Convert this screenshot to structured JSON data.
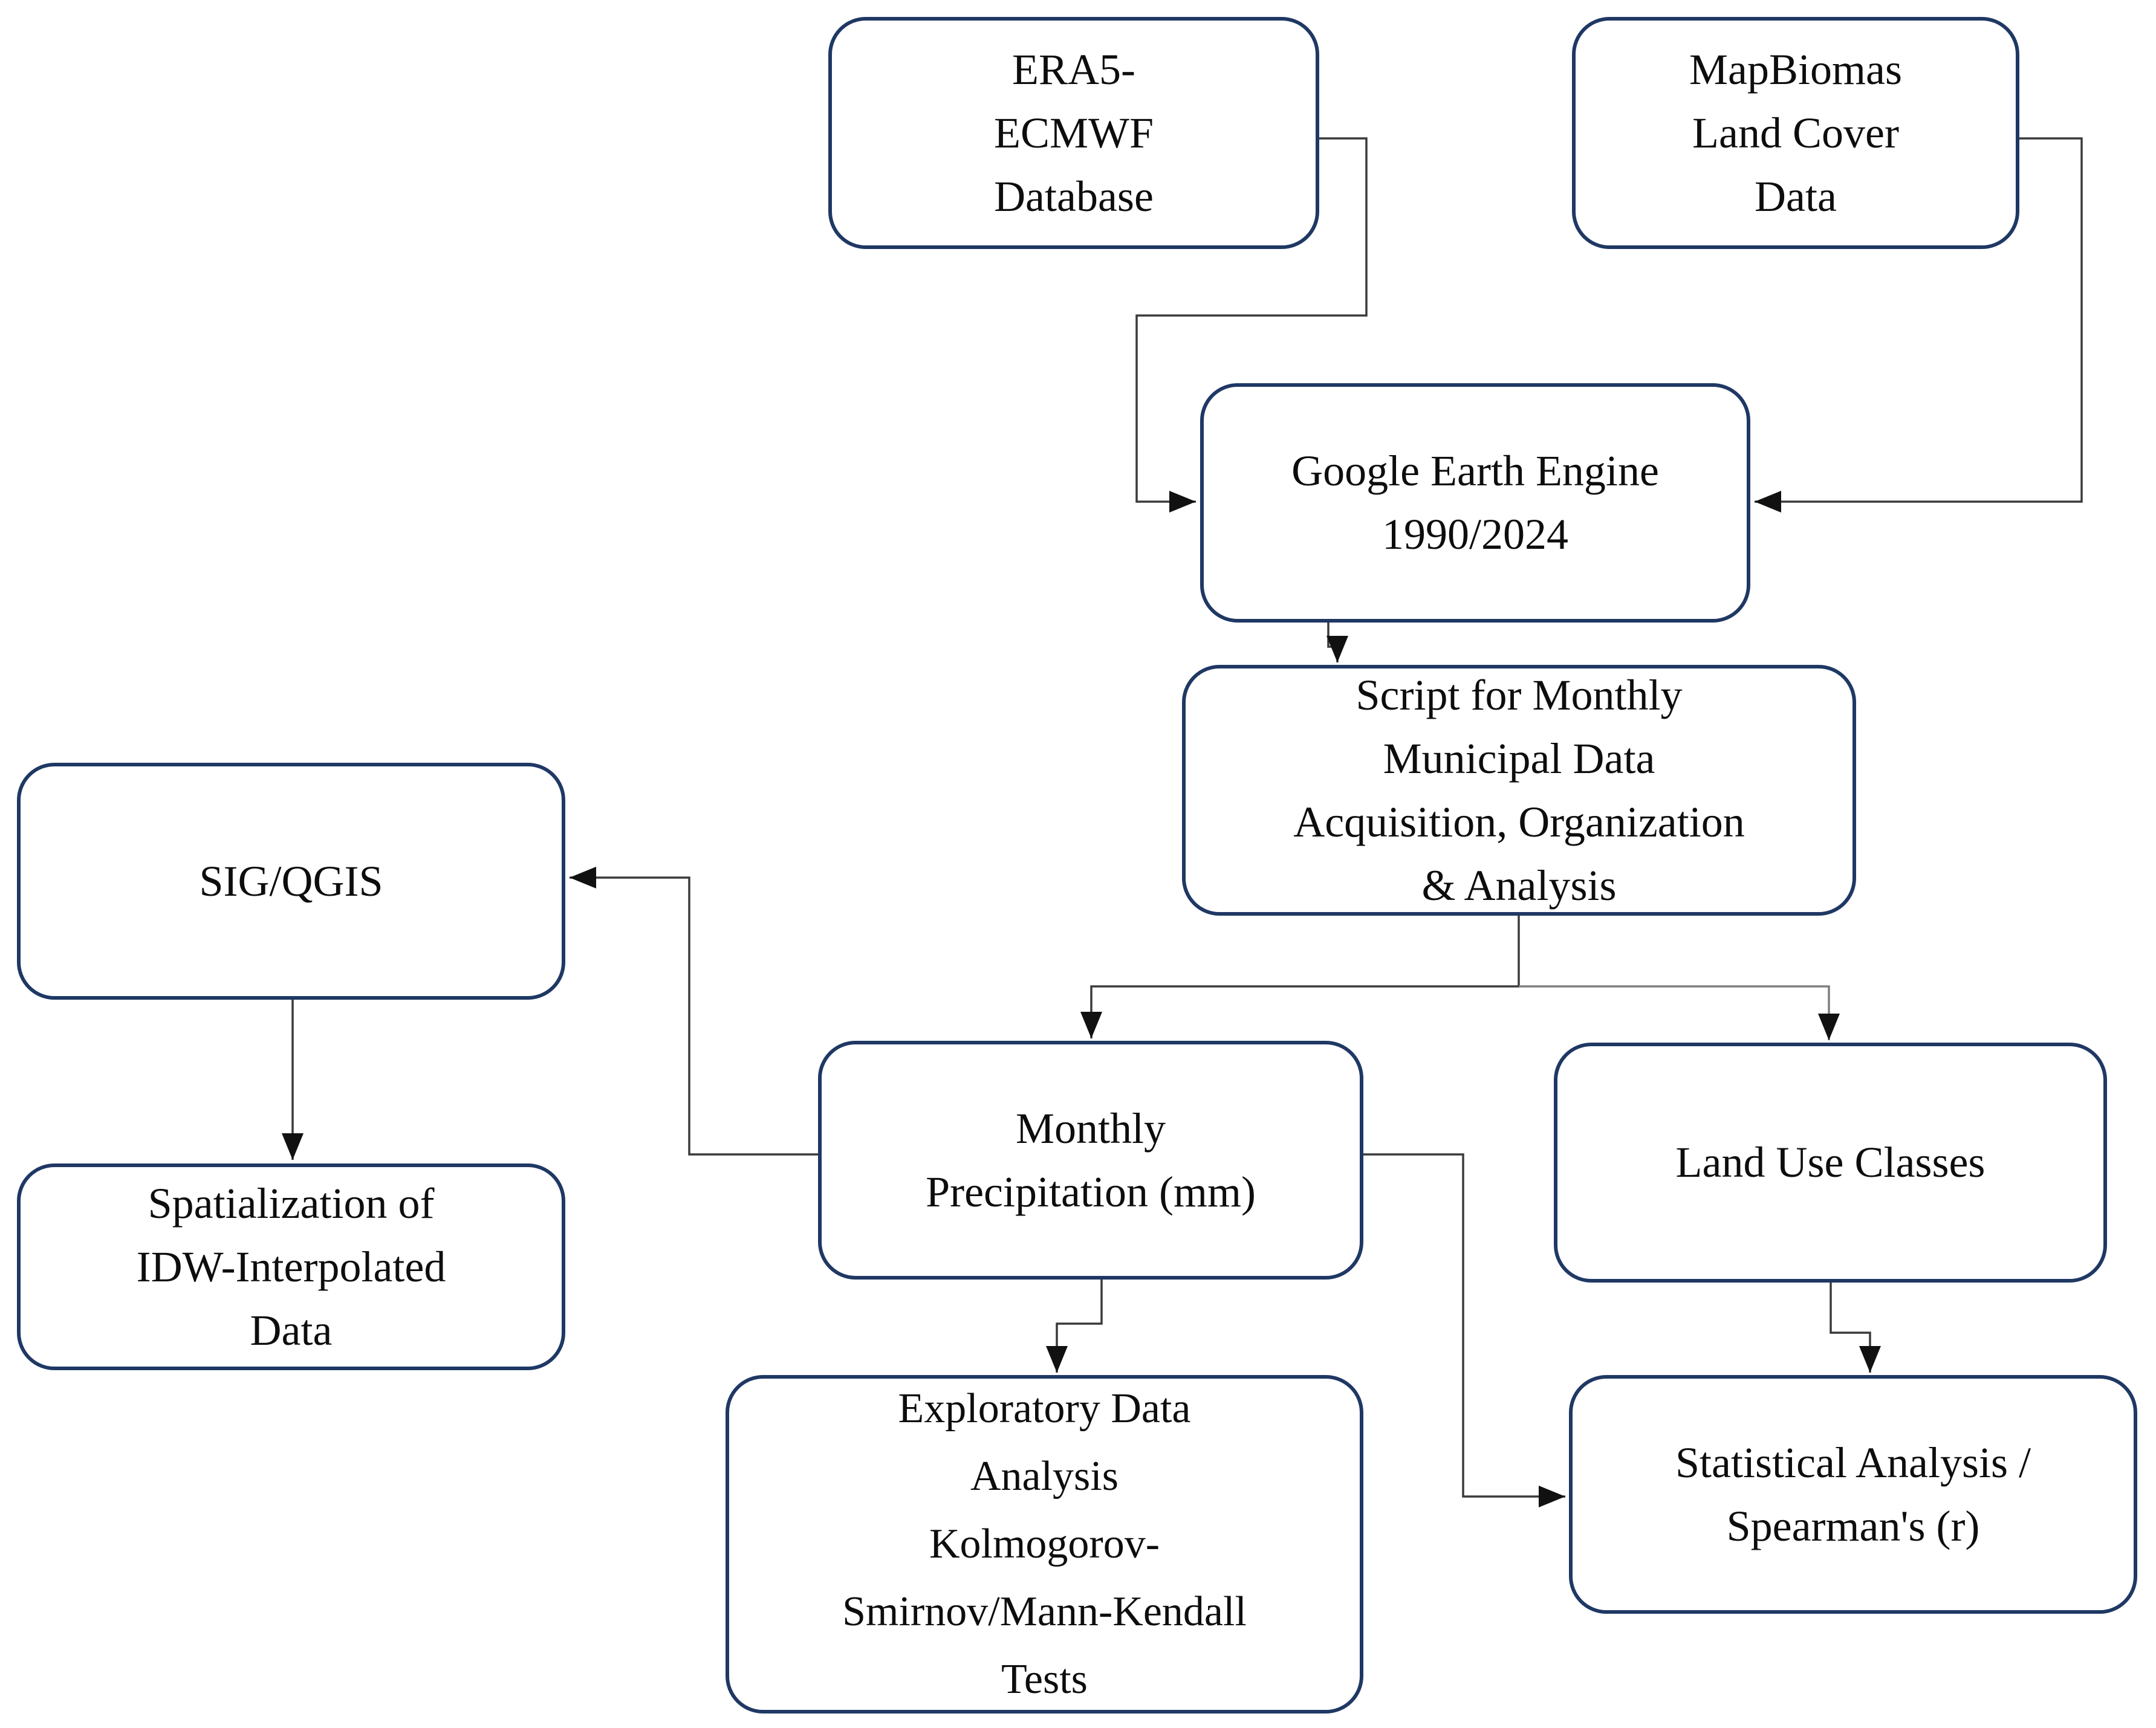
{
  "figure": {
    "type": "flowchart",
    "description": "Methodology flowchart linking climate and land cover data sources through processing steps to statistical and spatial analyses"
  },
  "colors": {
    "box_border": "#1f3864",
    "box_fill": "#ffffff",
    "text": "#0d0d0d",
    "connector": "#3a3a3a",
    "connector_light": "#7f7f7f",
    "arrowhead": "#111111"
  },
  "nodes": {
    "era5": {
      "label": "ERA5-\nECMWF\nDatabase"
    },
    "mapbiomas": {
      "label": "MapBiomas\nLand Cover\nData"
    },
    "gee": {
      "label": "Google Earth Engine\n1990/2024"
    },
    "script": {
      "label": "Script for Monthly\nMunicipal Data\nAcquisition, Organization\n& Analysis"
    },
    "sig_qgis": {
      "label": "SIG/QGIS"
    },
    "monthly_precip": {
      "label": "Monthly\nPrecipitation (mm)"
    },
    "land_use": {
      "label": "Land Use Classes"
    },
    "spatialization": {
      "label": "Spatialization of\nIDW-Interpolated\nData"
    },
    "exploratory": {
      "label": "Exploratory Data\nAnalysis\nKolmogorov-\nSmirnov/Mann-Kendall\nTests"
    },
    "statistical": {
      "label": "Statistical Analysis /\nSpearman's (r)"
    }
  },
  "connections": [
    {
      "from": "era5",
      "to": "gee"
    },
    {
      "from": "mapbiomas",
      "to": "gee"
    },
    {
      "from": "gee",
      "to": "script"
    },
    {
      "from": "script",
      "to": "monthly_precip"
    },
    {
      "from": "script",
      "to": "land_use"
    },
    {
      "from": "monthly_precip",
      "to": "sig_qgis"
    },
    {
      "from": "monthly_precip",
      "to": "exploratory"
    },
    {
      "from": "monthly_precip",
      "to": "statistical"
    },
    {
      "from": "land_use",
      "to": "statistical"
    },
    {
      "from": "sig_qgis",
      "to": "spatialization"
    }
  ]
}
